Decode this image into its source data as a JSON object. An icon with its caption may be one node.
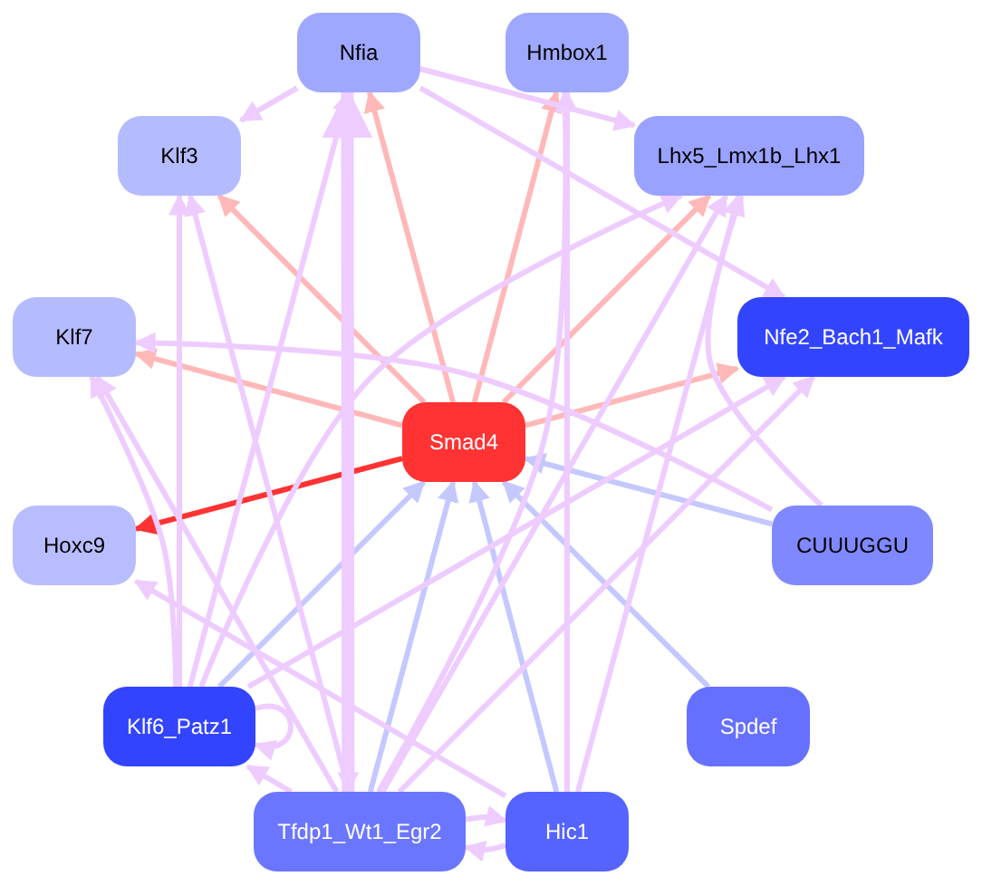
{
  "diagram": {
    "nodes": [
      {
        "text": [
          "Smad4"
        ]
      },
      {
        "text": [
          "Nfia"
        ]
      },
      {
        "text": [
          "Hmbox1"
        ]
      },
      {
        "text": [
          "Klf3"
        ]
      },
      {
        "text": [
          "Lhx5_Lmx1b_Lhx1"
        ]
      },
      {
        "text": [
          "Klf7"
        ]
      },
      {
        "text": [
          "Nfe2_Bach1_Mafk"
        ]
      },
      {
        "text": [
          "Hoxc9"
        ]
      },
      {
        "text": [
          "CUUUGGU"
        ]
      },
      {
        "text": [
          "Klf6_Patz1"
        ]
      },
      {
        "text": [
          "Spdef"
        ]
      },
      {
        "text": [
          "Tfdp1_Wt1_Egr2"
        ]
      },
      {
        "text": [
          "Hic1"
        ]
      }
    ],
    "edges": [
      {
        "from": 0,
        "to": 3,
        "arrow": "to",
        "color": "#ffb8b8"
      },
      {
        "from": 0,
        "to": 1,
        "arrow": "to",
        "color": "#ffb8b8"
      },
      {
        "from": 0,
        "to": 2,
        "arrow": "to",
        "color": "#ffb8b8"
      },
      {
        "from": 0,
        "to": 4,
        "arrow": "to",
        "color": "#ffb8b8"
      },
      {
        "from": 0,
        "to": 5,
        "arrow": "to",
        "color": "#ffb8b8"
      },
      {
        "from": 0,
        "to": 6,
        "arrow": "to",
        "color": "#ffb8b8"
      },
      {
        "from": 0,
        "to": 7,
        "arrow": "to",
        "color": "#ff3333"
      },
      {
        "from": 9,
        "to": 0,
        "arrow": "to",
        "color": "#c5c8ff"
      },
      {
        "from": 11,
        "to": 0,
        "arrow": "to",
        "color": "#c5c8ff"
      },
      {
        "from": 12,
        "to": 0,
        "arrow": "to",
        "color": "#c5c8ff"
      },
      {
        "from": 10,
        "to": 0,
        "arrow": "to",
        "color": "#c5c8ff"
      },
      {
        "from": 8,
        "to": 0,
        "arrow": "to",
        "color": "#c5c8ff"
      },
      {
        "from": 1,
        "to": 3,
        "arrow": "to"
      },
      {
        "from": 1,
        "to": 4,
        "arrow": "to"
      },
      {
        "from": 1,
        "to": 6,
        "arrow": "to"
      },
      {
        "from": 9,
        "to": 3,
        "arrow": "to"
      },
      {
        "from": 11,
        "to": 3,
        "arrow": "to"
      },
      {
        "from": 9,
        "to": 1,
        "arrow": "to"
      },
      {
        "from": 11,
        "to": 1,
        "arrow": "to",
        "style": "thick"
      },
      {
        "from": 1,
        "to": 11,
        "arrow": "to"
      },
      {
        "from": 11,
        "to": 2,
        "arrow": "to"
      },
      {
        "from": 12,
        "to": 2,
        "arrow": "to"
      },
      {
        "from": 9,
        "to": 4,
        "arrow": "to"
      },
      {
        "from": 11,
        "to": 4,
        "arrow": "to"
      },
      {
        "from": 12,
        "to": 4,
        "arrow": "to"
      },
      {
        "from": 8,
        "to": 4,
        "arrow": "to"
      },
      {
        "from": 8,
        "to": 5,
        "arrow": "to"
      },
      {
        "from": 11,
        "to": 6,
        "arrow": "to"
      },
      {
        "from": 9,
        "to": 6,
        "arrow": "to"
      },
      {
        "from": 11,
        "to": 5,
        "arrow": "to"
      },
      {
        "from": 9,
        "to": 5,
        "arrow": "to"
      },
      {
        "from": 12,
        "to": 7,
        "arrow": "to"
      },
      {
        "from": 9,
        "to": 9,
        "arrow": "to"
      },
      {
        "from": 11,
        "to": 9,
        "arrow": "to"
      },
      {
        "from": 11,
        "to": 12,
        "arrow": "to"
      },
      {
        "from": 12,
        "to": 11,
        "arrow": "to"
      }
    ]
  }
}
